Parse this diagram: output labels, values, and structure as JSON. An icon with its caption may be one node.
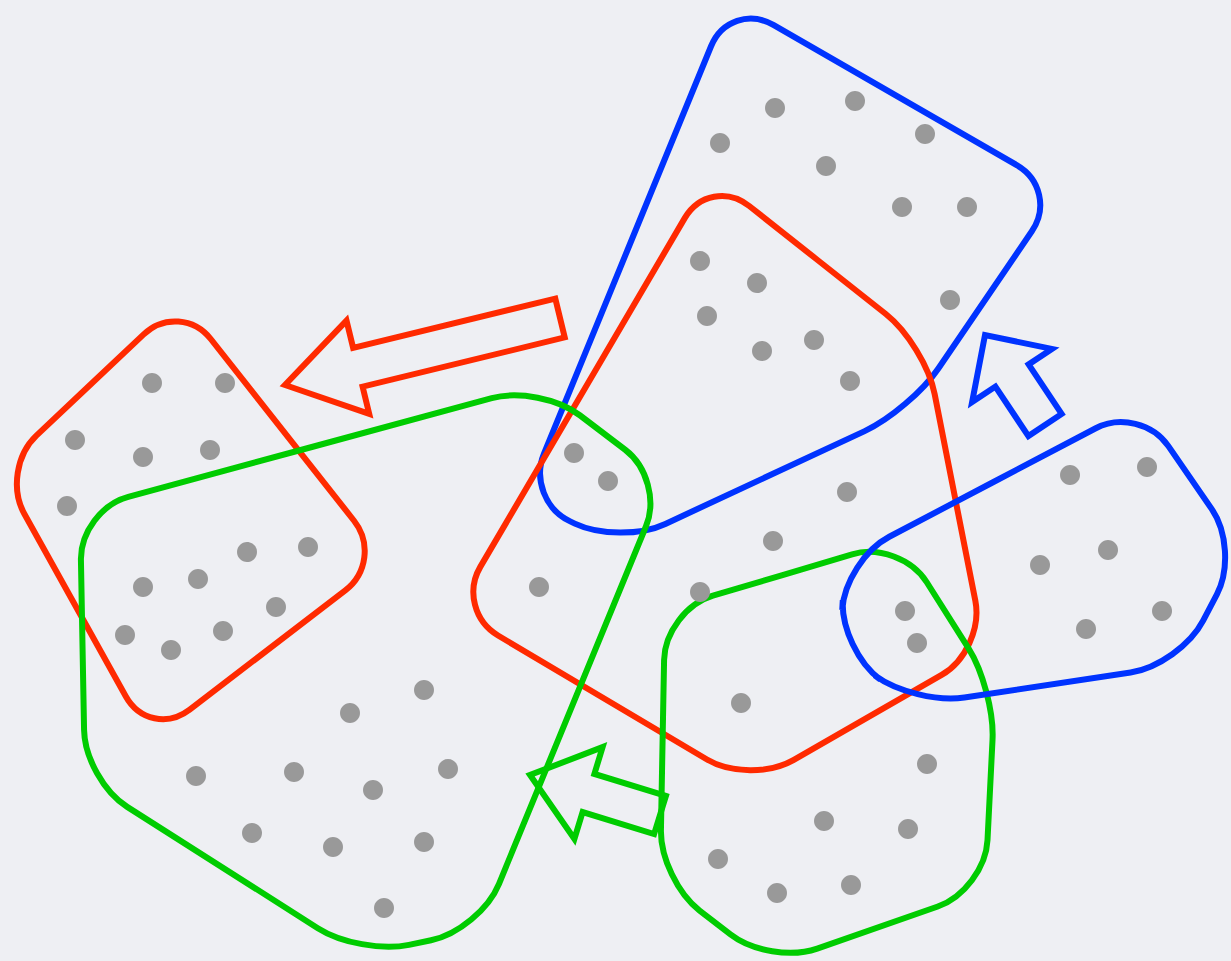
{
  "diagram": {
    "nodes": [
      {
        "text": [],
        "shape": "blob"
      },
      {
        "text": [],
        "shape": "blob"
      },
      {
        "text": [],
        "shape": "blob"
      },
      {
        "text": [],
        "shape": "blob"
      },
      {
        "text": [],
        "shape": "blob"
      },
      {
        "text": [],
        "shape": "blob"
      }
    ],
    "edges": [
      {
        "from": 1,
        "to": 2,
        "arrow": "to",
        "style": "thick",
        "color": "#ff2a00"
      },
      {
        "from": 4,
        "to": 3,
        "arrow": "to",
        "style": "thick",
        "color": "#00cc00"
      },
      {
        "from": 5,
        "to": 0,
        "arrow": "to",
        "style": "thick",
        "color": "#0033ff"
      }
    ]
  }
}
